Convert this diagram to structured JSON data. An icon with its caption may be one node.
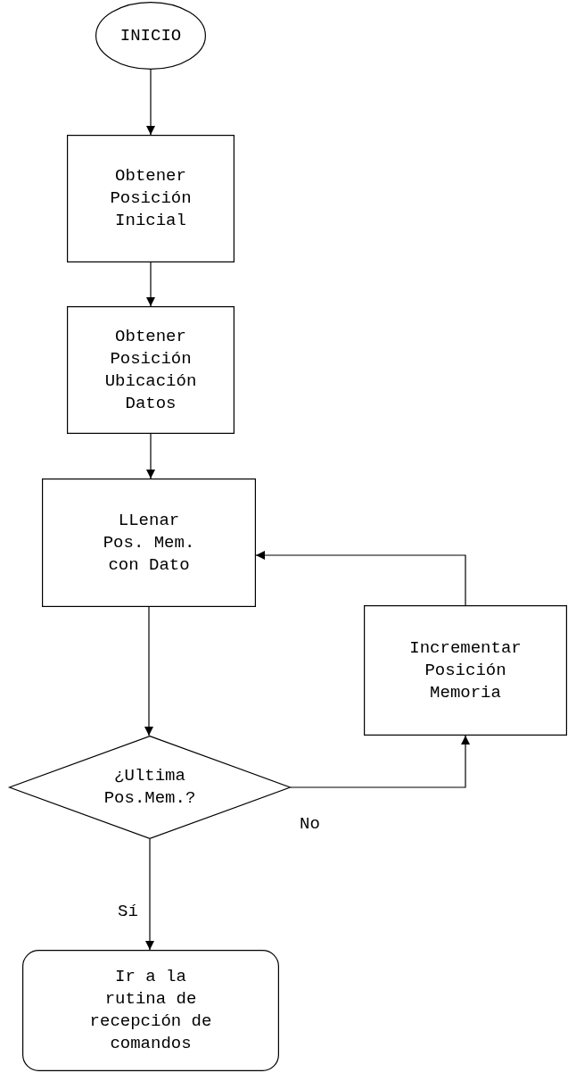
{
  "diagram": {
    "nodes": [
      {
        "text": [
          "INICIO"
        ]
      },
      {
        "text": [
          "Obtener Posición Inicial"
        ]
      },
      {
        "text": [
          "Obtener Posición Ubicación Datos"
        ]
      },
      {
        "text": [
          "LLenar Pos. Mem. con Dato"
        ]
      },
      {
        "text": [
          "Incrementar Posición Memoria"
        ]
      },
      {
        "text": [
          "¿Ultima Pos.Mem.?"
        ]
      },
      {
        "text": [
          "Ir a la rutina de recepción de comandos"
        ]
      }
    ],
    "edges": [
      {
        "from": 0,
        "to": 1,
        "arrow": "to"
      },
      {
        "from": 1,
        "to": 2,
        "arrow": "to"
      },
      {
        "from": 2,
        "to": 3,
        "arrow": "to"
      },
      {
        "from": 3,
        "to": 5,
        "arrow": "to"
      },
      {
        "from": 5,
        "to": 4,
        "label": "No",
        "arrow": "to"
      },
      {
        "from": 4,
        "to": 3,
        "arrow": "to"
      },
      {
        "from": 5,
        "to": 6,
        "label": "Sí",
        "arrow": "to"
      }
    ]
  }
}
